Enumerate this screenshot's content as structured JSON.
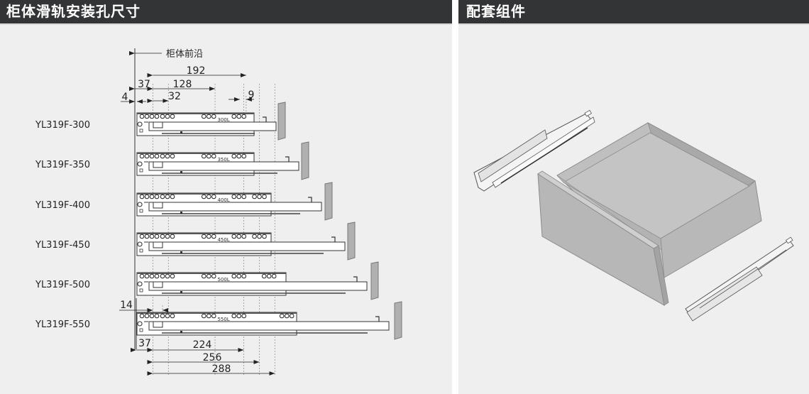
{
  "panels": {
    "left": {
      "title": "柜体滑轨安装孔尺寸",
      "cabinet_front_label": "柜体前沿",
      "models": [
        {
          "name": "YL319F-300",
          "mark": "300L",
          "groups": 3
        },
        {
          "name": "YL319F-350",
          "mark": "350L",
          "groups": 3
        },
        {
          "name": "YL319F-400",
          "mark": "400L",
          "groups": 4
        },
        {
          "name": "YL319F-450",
          "mark": "450L",
          "groups": 4
        },
        {
          "name": "YL319F-500",
          "mark": "500L",
          "groups": 4
        },
        {
          "name": "YL319F-550",
          "mark": "550L",
          "groups": 4
        }
      ],
      "dimensions_top": {
        "d4": "4",
        "d37": "37",
        "d128": "128",
        "d32": "32",
        "d192": "192",
        "d9": "9"
      },
      "dimensions_bottom": {
        "d14": "14",
        "d37": "37",
        "d224": "224",
        "d256": "256",
        "d288": "288"
      }
    },
    "right": {
      "title": "配套组件"
    }
  },
  "colors": {
    "header_bg": "#333436",
    "panel_bg": "#efefef",
    "drawer_gray": "#b9b9b9",
    "line": "#333333"
  }
}
